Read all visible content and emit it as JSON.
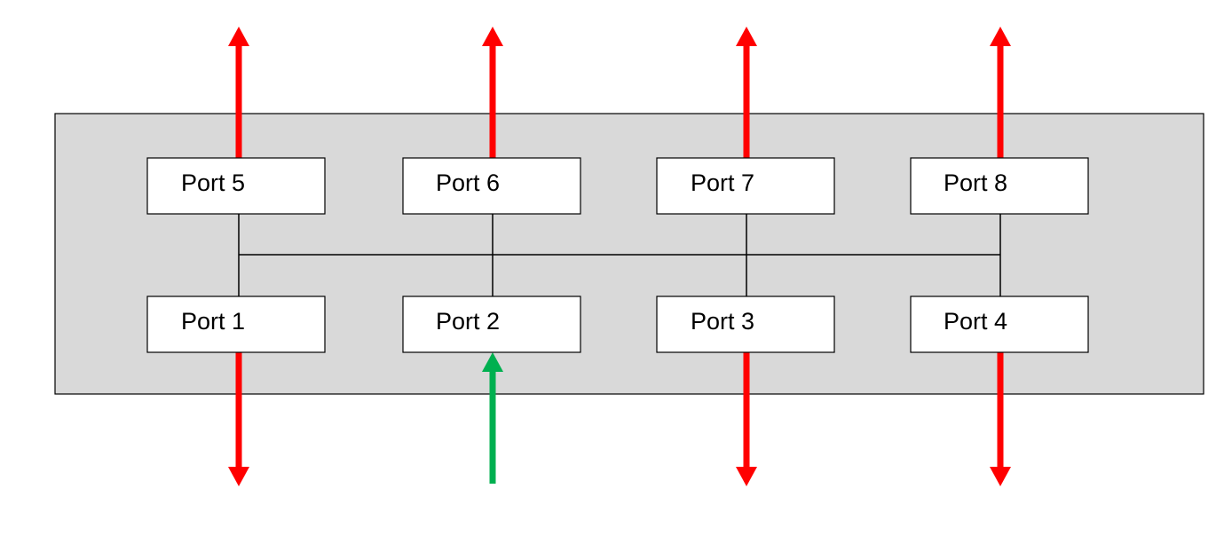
{
  "diagram": {
    "top_ports": [
      {
        "label": "Port 5",
        "direction": "outbound"
      },
      {
        "label": "Port 6",
        "direction": "outbound"
      },
      {
        "label": "Port 7",
        "direction": "outbound"
      },
      {
        "label": "Port 8",
        "direction": "outbound"
      }
    ],
    "bottom_ports": [
      {
        "label": "Port 1",
        "direction": "outbound"
      },
      {
        "label": "Port 2",
        "direction": "inbound"
      },
      {
        "label": "Port 3",
        "direction": "outbound"
      },
      {
        "label": "Port 4",
        "direction": "outbound"
      }
    ],
    "colors": {
      "outbound_arrow": "#ff0000",
      "inbound_arrow": "#00b050",
      "panel_fill": "#d9d9d9",
      "box_fill": "#ffffff"
    }
  }
}
